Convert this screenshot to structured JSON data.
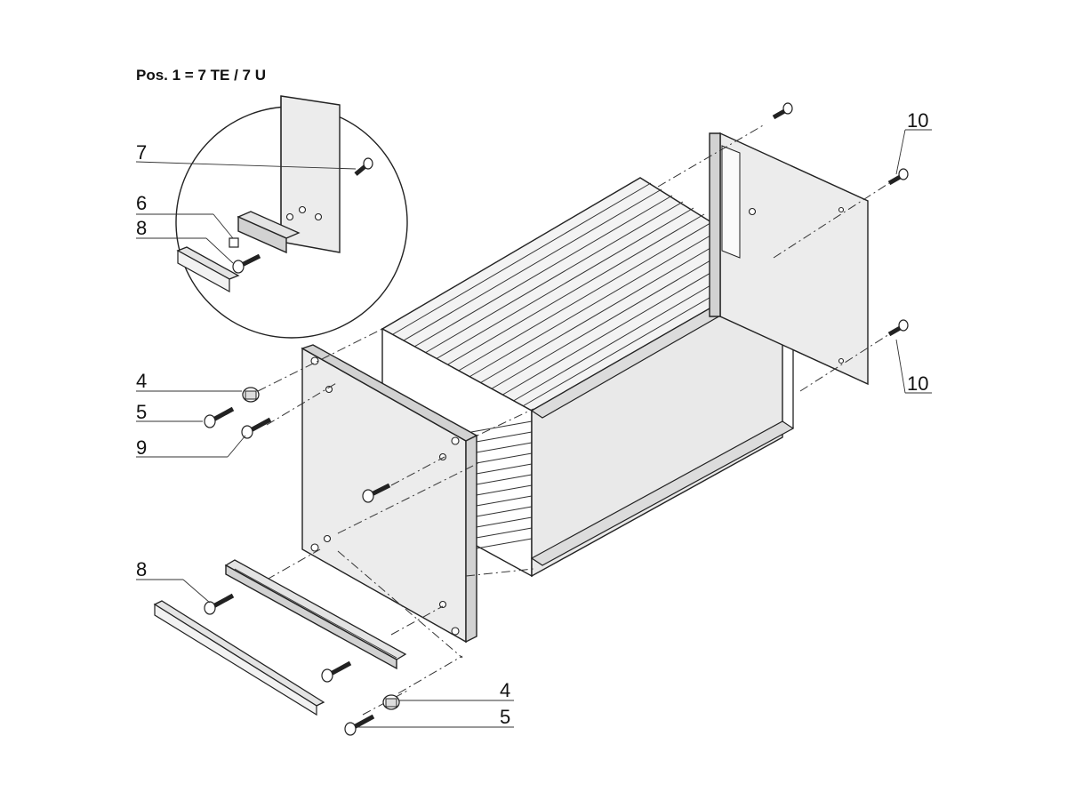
{
  "title": "Pos. 1 = 7 TE / 7 U",
  "callouts": {
    "c7": "7",
    "c6": "6",
    "c8_detail": "8",
    "c4_left": "4",
    "c5_left": "5",
    "c9": "9",
    "c8_bottom": "8",
    "c4_right": "4",
    "c5_right": "5",
    "c10_top": "10",
    "c10_bottom": "10"
  }
}
